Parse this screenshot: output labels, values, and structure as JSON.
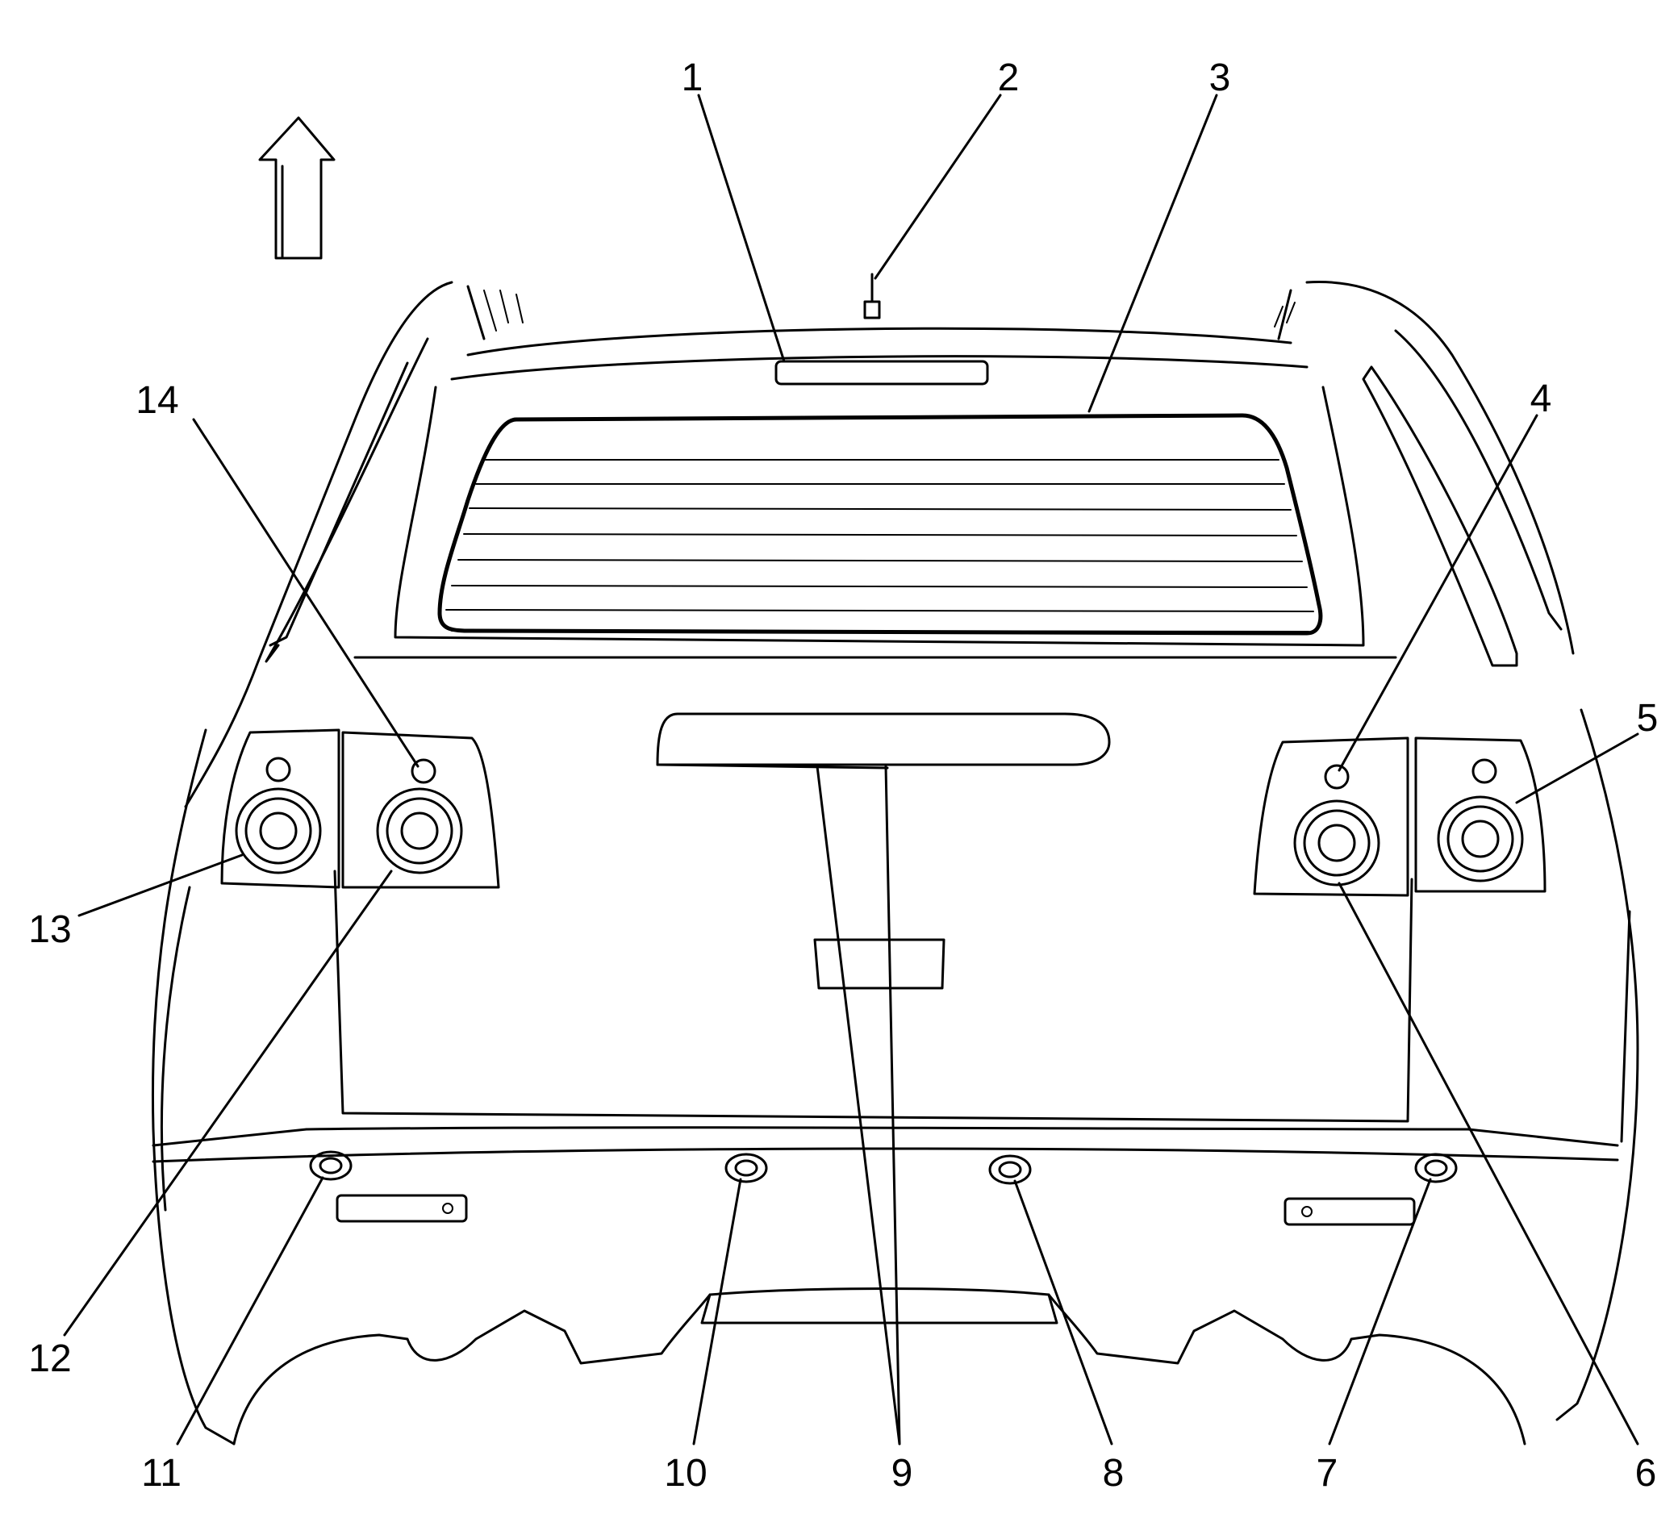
{
  "callouts": [
    {
      "id": "c1",
      "label": "1"
    },
    {
      "id": "c2",
      "label": "2"
    },
    {
      "id": "c3",
      "label": "3"
    },
    {
      "id": "c4",
      "label": "4"
    },
    {
      "id": "c5",
      "label": "5"
    },
    {
      "id": "c6",
      "label": "6"
    },
    {
      "id": "c7",
      "label": "7"
    },
    {
      "id": "c8",
      "label": "8"
    },
    {
      "id": "c9",
      "label": "9"
    },
    {
      "id": "c10",
      "label": "10"
    },
    {
      "id": "c11",
      "label": "11"
    },
    {
      "id": "c12",
      "label": "12"
    },
    {
      "id": "c13",
      "label": "13"
    },
    {
      "id": "c14",
      "label": "14"
    }
  ],
  "icons": {
    "direction_arrow": "up-arrow-icon"
  },
  "colors": {
    "line": "#000000",
    "background": "#ffffff"
  }
}
